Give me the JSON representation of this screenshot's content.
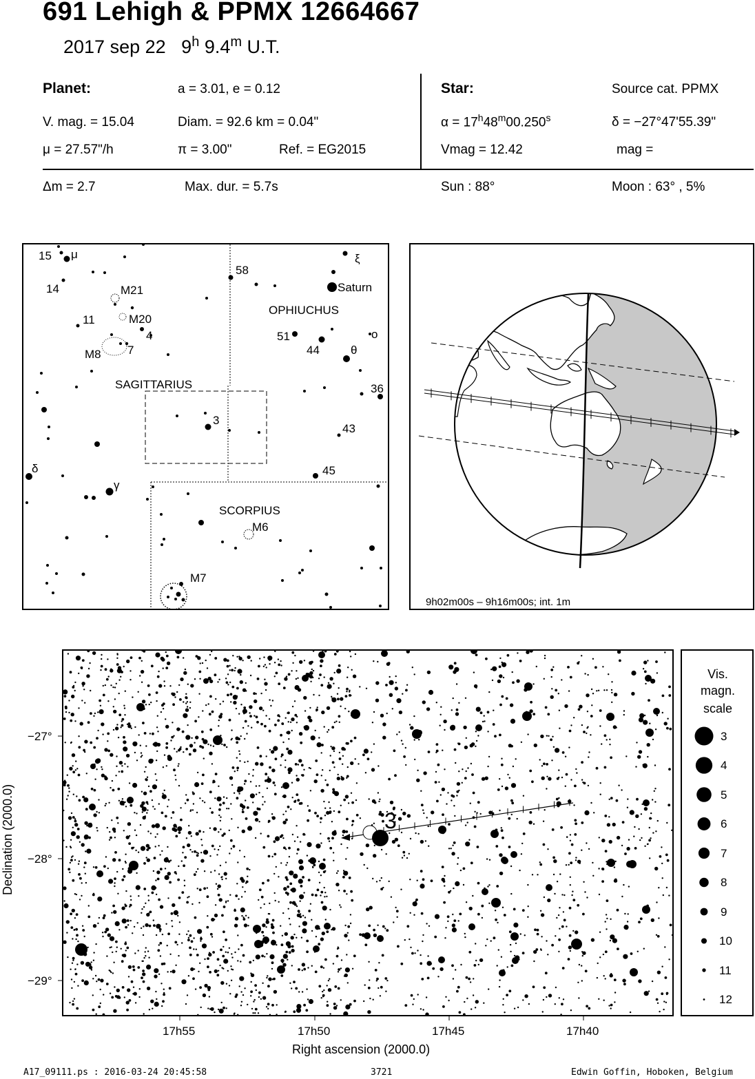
{
  "title": "691 Lehigh  &  PPMX 12664667",
  "subtitle": {
    "date": "2017 sep 22",
    "hour": "9",
    "hour_unit": "h",
    "minute": " 9.4",
    "minute_unit": "m",
    "suffix": " U.T."
  },
  "planet": {
    "heading": "Planet:",
    "ae": "a = 3.01, e = 0.12",
    "vmag": "V. mag. = 15.04",
    "diam": "Diam. = 92.6 km = 0.04\"",
    "mu": "μ =  27.57\"/h",
    "pi": "π =  3.00\"",
    "ref": "Ref. = EG2015"
  },
  "star": {
    "heading": "Star:",
    "source": "Source cat.  PPMX",
    "alpha_prefix": "α = 17",
    "alpha_h": "h",
    "alpha_mid": "48",
    "alpha_m": "m",
    "alpha_sec": "00.250",
    "alpha_s": "s",
    "delta": "δ = −27°47'55.39\"",
    "vmag": "Vmag = 12.42",
    "mag": "mag ="
  },
  "event": {
    "dm": "Δm = 2.7",
    "maxdur": "Max. dur. = 5.7s",
    "sun": "Sun :  88°",
    "moon": "Moon :  63° ,  5%"
  },
  "finder": {
    "labels": [
      {
        "t": "15"
      },
      {
        "t": "μ"
      },
      {
        "t": "14"
      },
      {
        "t": "M21"
      },
      {
        "t": "11"
      },
      {
        "t": "M20"
      },
      {
        "t": "4"
      },
      {
        "t": "M8"
      },
      {
        "t": "7"
      },
      {
        "t": "SAGITTARIUS"
      },
      {
        "t": "3"
      },
      {
        "t": "δ"
      },
      {
        "t": "γ"
      },
      {
        "t": "58"
      },
      {
        "t": "ξ"
      },
      {
        "t": "Saturn"
      },
      {
        "t": "OPHIUCHUS"
      },
      {
        "t": "51"
      },
      {
        "t": "44"
      },
      {
        "t": "θ"
      },
      {
        "t": "ο"
      },
      {
        "t": "36"
      },
      {
        "t": "43"
      },
      {
        "t": "45"
      },
      {
        "t": "SCORPIUS"
      },
      {
        "t": "M6"
      },
      {
        "t": "M7"
      }
    ]
  },
  "globe": {
    "caption": "9h02m00s –  9h16m00s; int.  1m"
  },
  "chart_data": {
    "type": "scatter",
    "xlabel": "Right ascension (2000.0)",
    "ylabel": "Declination (2000.0)",
    "xticks": [
      "17h55",
      "17h50",
      "17h45",
      "17h40"
    ],
    "yticks": [
      "−27°",
      "−28°",
      "−29°"
    ],
    "target_label": "3",
    "legend": {
      "title_lines": [
        "Vis.",
        "magn.",
        "scale"
      ],
      "mags": [
        "3",
        "4",
        "5",
        "6",
        "7",
        "8",
        "9",
        "10",
        "11",
        "12"
      ]
    }
  },
  "footer": {
    "file": "A17_09111.ps : 2016-03-24 20:45:58",
    "num": "3721",
    "author": "Edwin Goffin, Hoboken, Belgium"
  }
}
